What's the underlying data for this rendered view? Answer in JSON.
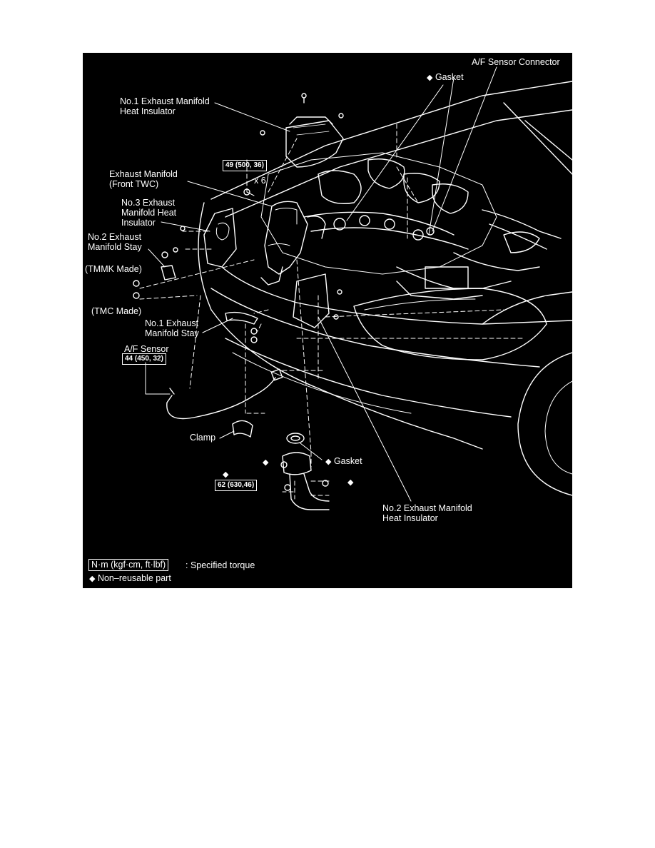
{
  "labels": {
    "af_sensor_connector": "A/F Sensor Connector",
    "gasket_top": "Gasket",
    "no1_insulator": [
      "No.1 Exhaust Manifold",
      "Heat Insulator"
    ],
    "exhaust_manifold": [
      "Exhaust Manifold",
      "(Front TWC)"
    ],
    "no3_insulator": [
      "No.3 Exhaust",
      "Manifold Heat",
      "Insulator"
    ],
    "no2_stay": [
      "No.2 Exhaust",
      "Manifold Stay"
    ],
    "tmmk": "(TMMK Made)",
    "tmc": "(TMC Made)",
    "no1_stay": [
      "No.1 Exhaust",
      "Manifold Stay"
    ],
    "af_sensor": "A/F Sensor",
    "clamp": "Clamp",
    "gasket_bottom": "Gasket",
    "no2_insulator": [
      "No.2 Exhaust Manifold",
      "Heat Insulator"
    ],
    "times_six": "x 6"
  },
  "torques": {
    "manifold_nut": "49 (500, 36)",
    "af_sensor": "44 (450, 32)",
    "flange_bolt": "62 (630,46)"
  },
  "legend": {
    "torque_unit": "N·m (kgf·cm, ft·lbf)",
    "torque_desc": ": Specified torque",
    "nonreusable": "Non–reusable part"
  },
  "symbols": {
    "nonreusable_icon": "diamond"
  },
  "colors": {
    "background": "#000000",
    "linework": "#ffffff",
    "page": "#ffffff"
  }
}
